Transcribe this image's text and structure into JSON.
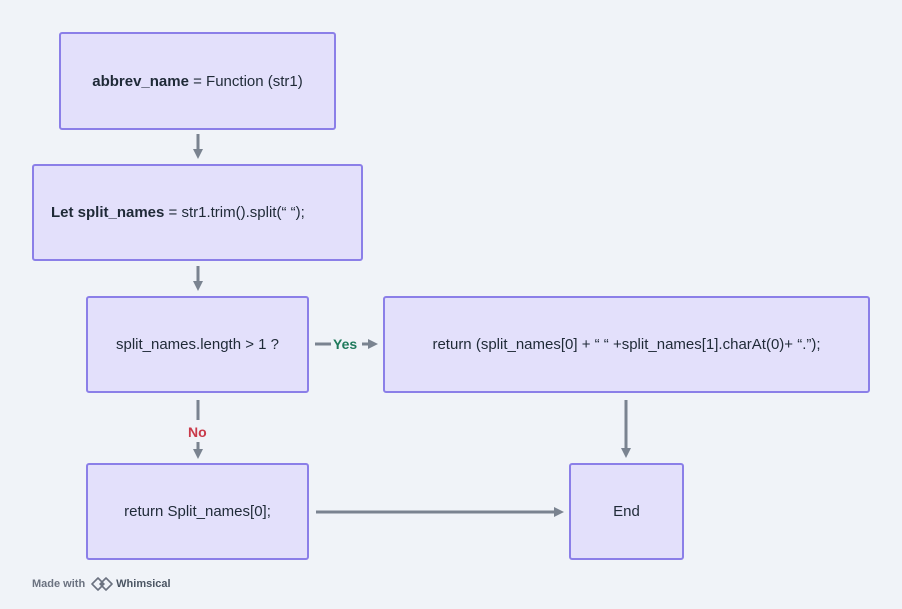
{
  "nodes": {
    "function_def": {
      "bold": "abbrev_name",
      "rest": " = Function (str1)"
    },
    "split_stmt": {
      "bold": "Let split_names",
      "rest": " = str1.trim().split(“ “);"
    },
    "decision": {
      "text": "split_names.length > 1 ?"
    },
    "return_full": {
      "text": "return (split_names[0] + “ “ +split_names[1].charAt(0)+ “.”);"
    },
    "return_first": {
      "text": "return Split_names[0];"
    },
    "end": {
      "text": "End"
    }
  },
  "edges": {
    "yes_label": "Yes",
    "no_label": "No"
  },
  "colors": {
    "background": "#f0f3f8",
    "node_fill": "#e3e0fb",
    "node_border": "#8b7fe8",
    "edge": "#7a8390",
    "yes": "#1f7a5c",
    "no": "#c93a4a"
  },
  "footer": {
    "made_with": "Made with",
    "brand": "Whimsical",
    "logo_icon": "whimsical-logo-icon"
  }
}
